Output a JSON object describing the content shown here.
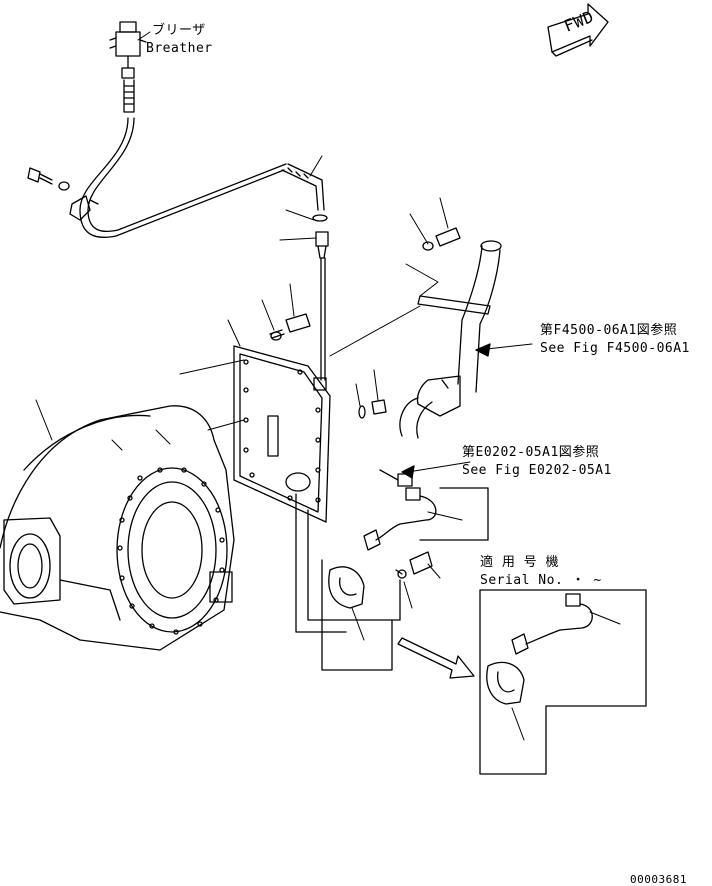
{
  "labels": {
    "breather_jp": "ブリーザ",
    "breather_en": "Breather",
    "ref_f4500_jp": "第F4500-06A1図参照",
    "ref_f4500_en": "See Fig F4500-06A1",
    "ref_e0202_jp": "第E0202-05A1図参照",
    "ref_e0202_en": "See Fig E0202-05A1",
    "applicable_jp": "適 用 号 機",
    "serial_en": "Serial No.  ・  ~",
    "fwd": "FWD",
    "drawing_number": "00003681"
  }
}
